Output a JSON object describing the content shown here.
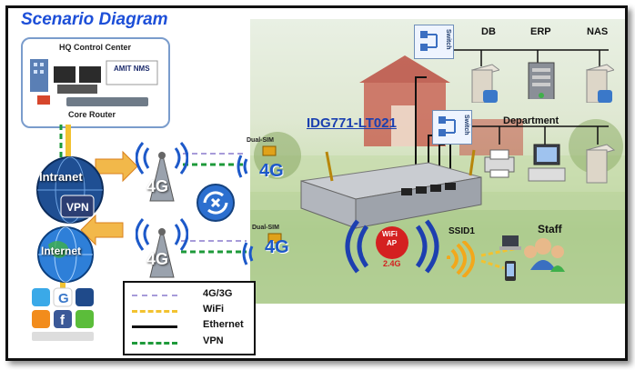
{
  "title": "Scenario Diagram",
  "hq": {
    "title": "HQ Control Center",
    "nms": "AMIT NMS",
    "router": "Core Router"
  },
  "left_nodes": {
    "intranet": "Intranet",
    "vpn": "VPN",
    "internet": "Internet"
  },
  "network": {
    "gen1": "4G",
    "gen2": "4G"
  },
  "sim": {
    "label1": "Dual-SIM",
    "label2": "Dual-SIM"
  },
  "device": {
    "name": "IDG771-LT021"
  },
  "servers": {
    "db": "DB",
    "erp": "ERP",
    "nas": "NAS"
  },
  "switch": {
    "label1": "Switch",
    "label2": "Switch"
  },
  "department": "Department",
  "wifi": {
    "ap_line1": "WiFi",
    "ap_line2": "AP",
    "band": "2.4G",
    "ssid": "SSID1"
  },
  "staff": "Staff",
  "legend": {
    "items": [
      {
        "label": "4G/3G",
        "color": "#a79bd9",
        "style": "dashed"
      },
      {
        "label": "WiFi",
        "color": "#f2c230",
        "style": "dashed"
      },
      {
        "label": "Ethernet",
        "color": "#111111",
        "style": "solid"
      },
      {
        "label": "VPN",
        "color": "#1e9a3a",
        "style": "dashed"
      }
    ]
  },
  "social_icons": [
    "twitter-icon",
    "google-icon",
    "myspace-icon",
    "rss-icon",
    "facebook-icon",
    "chat-icon"
  ],
  "colors": {
    "title": "#1d4fd8",
    "device_name": "#1a3fb0",
    "vpn_line": "#1e9a3a",
    "g4_line": "#a79bd9",
    "wifi_line": "#f2c230"
  }
}
